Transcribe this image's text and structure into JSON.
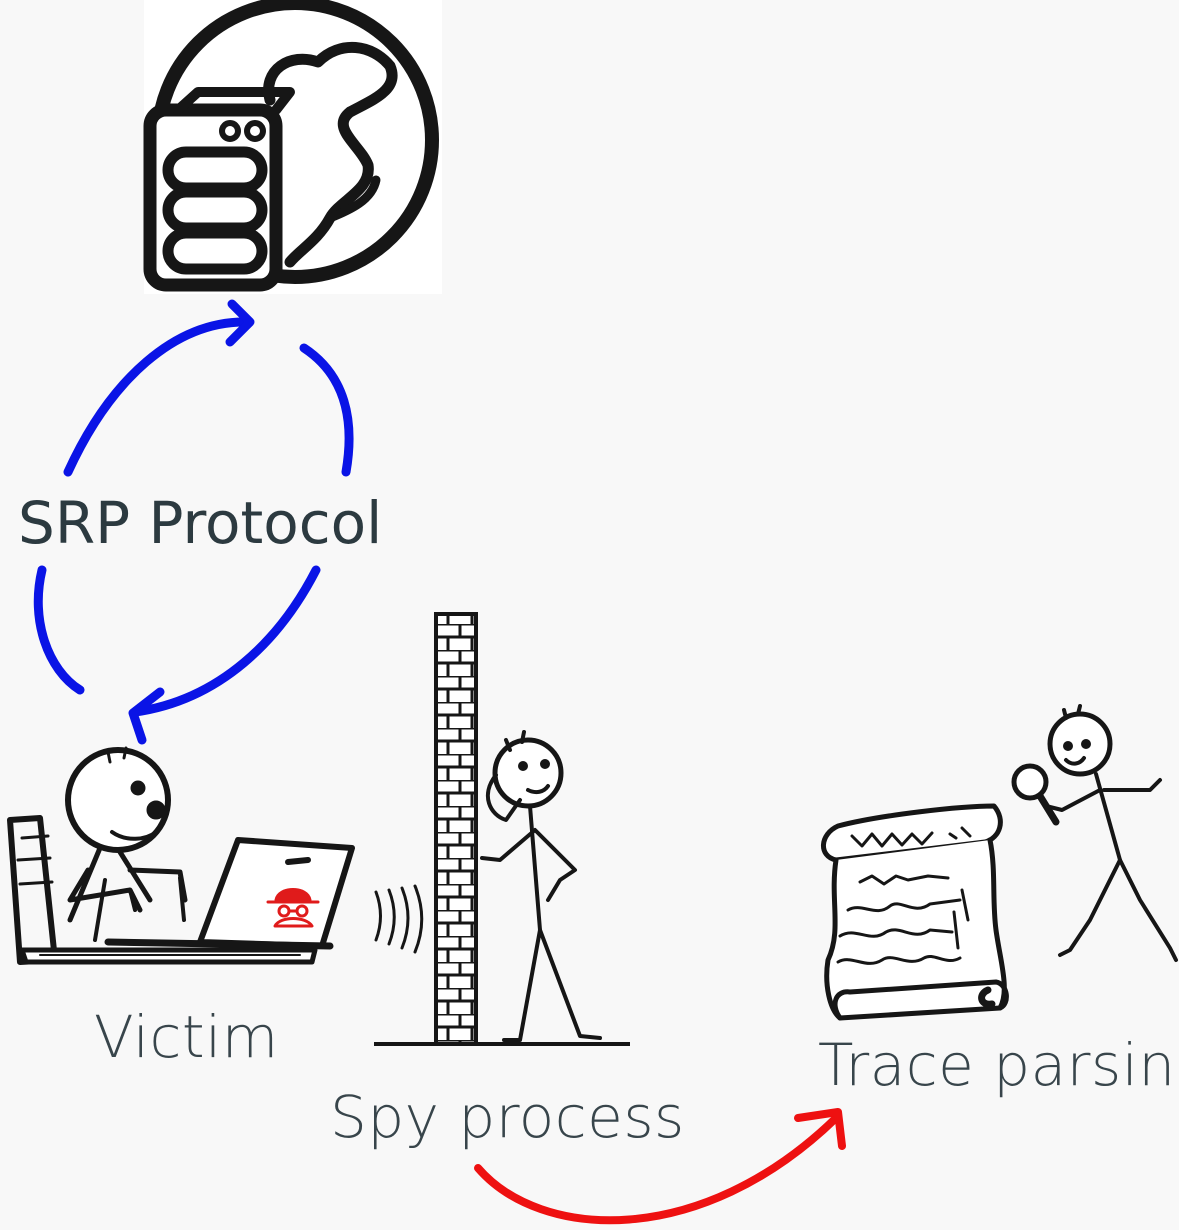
{
  "labels": {
    "protocol": "SRP Protocol",
    "victim": "Victim",
    "spy": "Spy process",
    "trace": "Trace parsing"
  },
  "colors": {
    "protocol_arrows": "#0a14e6",
    "flow_arrow": "#ee1111",
    "ink": "#161616",
    "malware_badge": "#e01b1b",
    "text": "#2c3a40"
  },
  "icons": {
    "server": "server-globe-icon",
    "victim": "stickman-at-laptop-icon",
    "malware": "spy-hat-icon",
    "wall": "brick-wall-icon",
    "spy": "stickman-listening-icon",
    "scroll": "scroll-icon",
    "investigator": "stickman-magnifier-icon"
  }
}
